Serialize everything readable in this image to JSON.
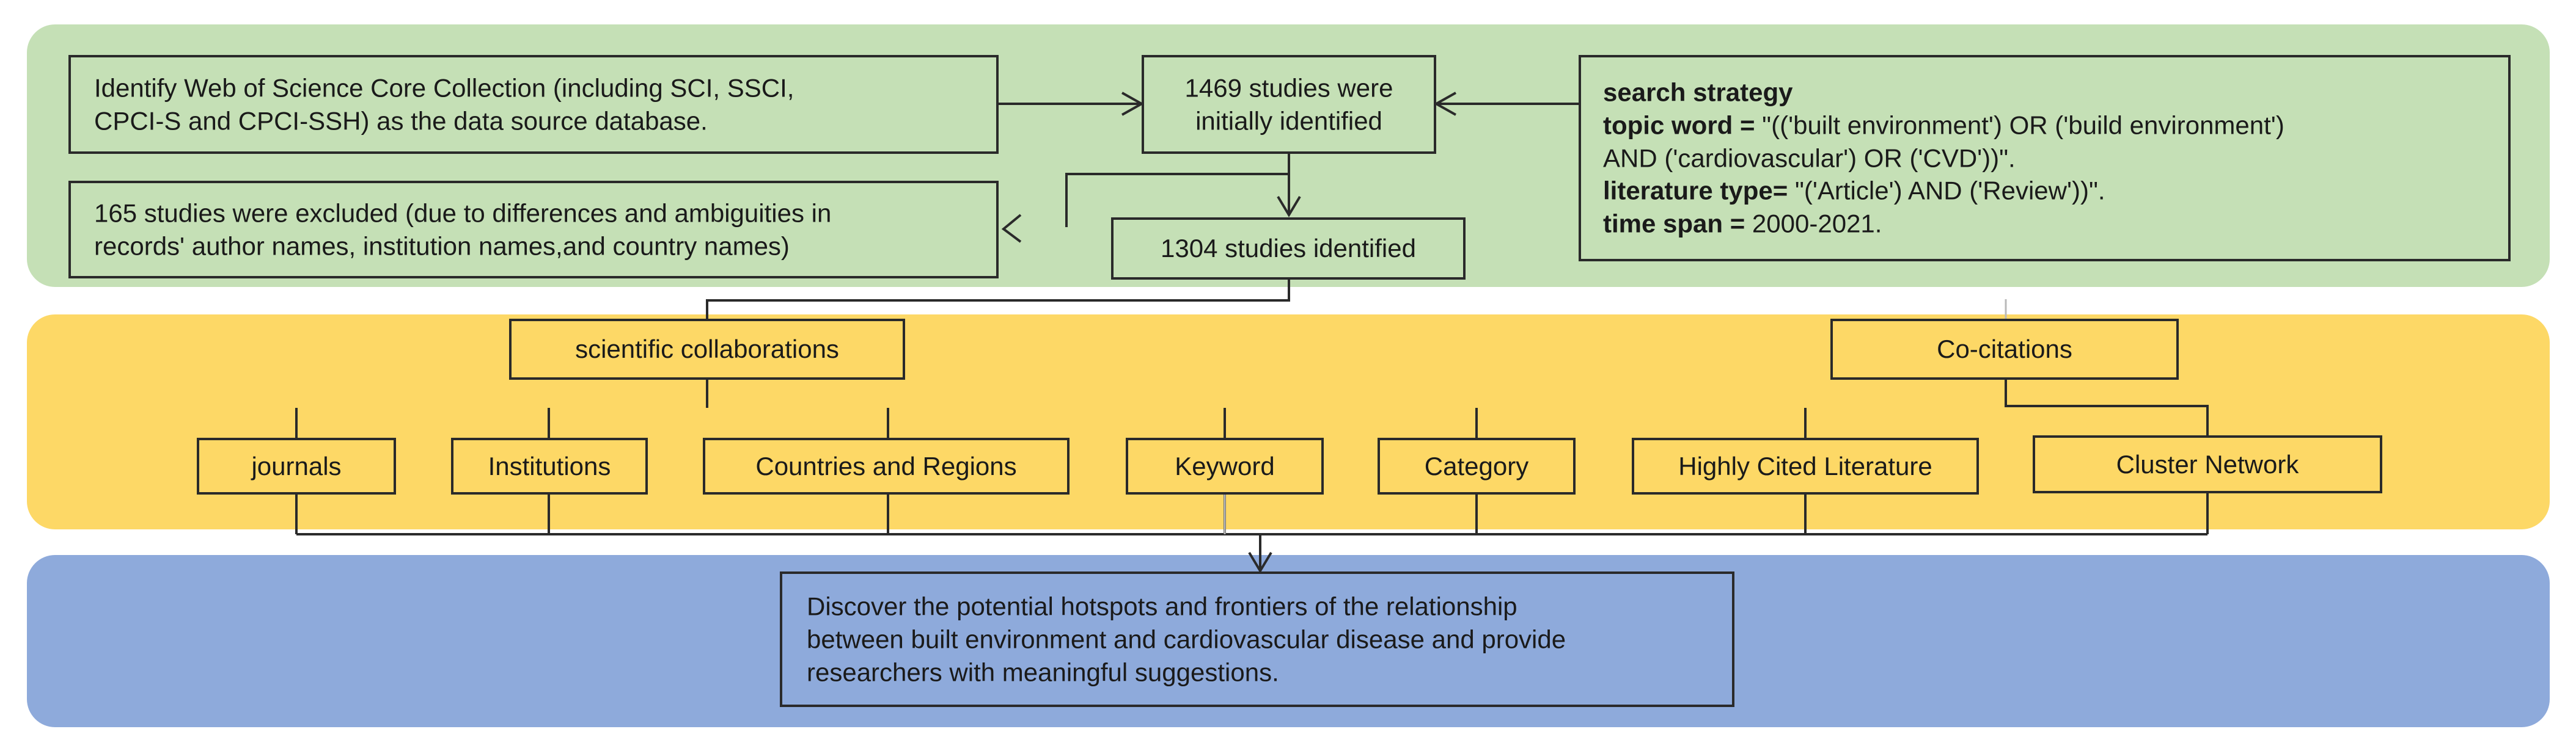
{
  "source_box": {
    "line1": "Identify  Web of Science Core Collection (including SCI, SSCI,",
    "line2": "CPCI-S and CPCI-SSH) as the data source database."
  },
  "initial_box": {
    "line1": "1469 studies were",
    "line2": "initially identified"
  },
  "excluded_box": {
    "line1": "165 studies were excluded (due to differences and ambiguities in",
    "line2": "records' author names, institution names,and country names)"
  },
  "identified_box": {
    "label": "1304 studies identified"
  },
  "strategy_box": {
    "title": "search strategy",
    "topic_label": "topic word =",
    "topic_value_1": " \"(('built environment') OR ('build  environment')",
    "topic_value_2": "AND ('cardiovascular') OR ('CVD'))\".",
    "type_label": "literature type=",
    "type_value": " \"('Article') AND ('Review'))\".",
    "span_label": "time span =",
    "span_value": " 2000-2021."
  },
  "analysis": {
    "collaborations": "scientific collaborations",
    "cocitations": "Co-citations",
    "items": [
      "journals",
      "Institutions",
      "Countries and Regions",
      "Keyword",
      "Category",
      "Highly Cited Literature",
      "Cluster Network"
    ]
  },
  "result_box": {
    "line1": "Discover the potential hotspots and frontiers of the relationship",
    "line2": "between built environment and cardiovascular disease  and provide",
    "line3": "researchers with meaningful suggestions."
  },
  "colors": {
    "green_band": "#c5e0b6",
    "yellow_band": "#fdd866",
    "blue_band": "#8eaadb",
    "border": "#2a2a2a"
  }
}
